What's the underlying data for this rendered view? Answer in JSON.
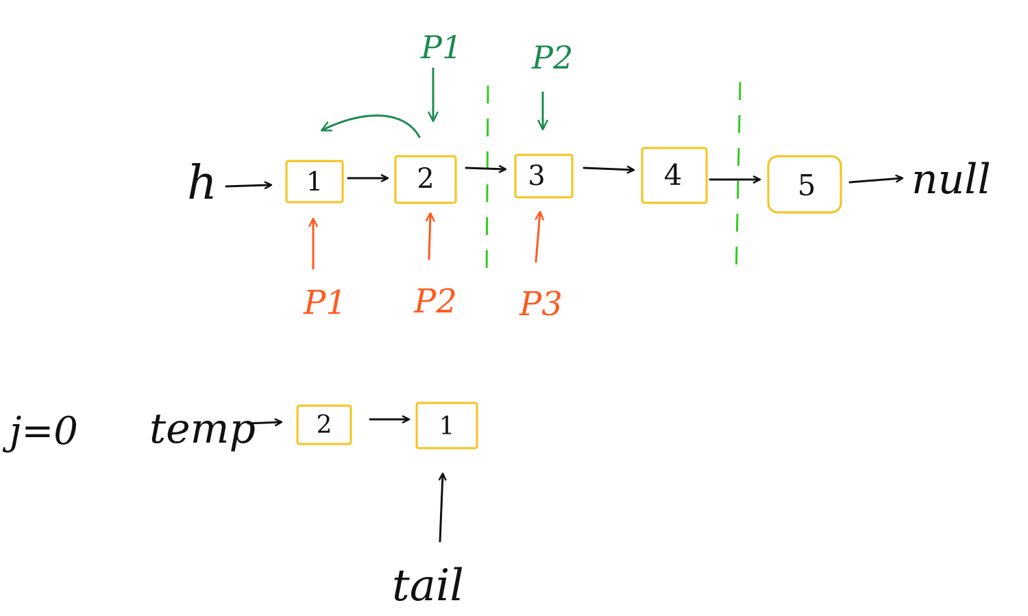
{
  "top_list": {
    "head_label": "h",
    "nodes": [
      "1",
      "2",
      "3",
      "4",
      "5"
    ],
    "tail_label": "null"
  },
  "orange_pointers": [
    "P1",
    "P2",
    "P3"
  ],
  "green_pointers": [
    "P1",
    "P2"
  ],
  "bottom_list": {
    "counter": "j=0",
    "temp_label": "temp",
    "nodes": [
      "2",
      "1"
    ],
    "tail_label": "tail"
  },
  "colors": {
    "box": "#f7c21b",
    "orange": "#ff5a1f",
    "green": "#1d8a4f",
    "divider": "#34c924",
    "ink": "#111111"
  }
}
